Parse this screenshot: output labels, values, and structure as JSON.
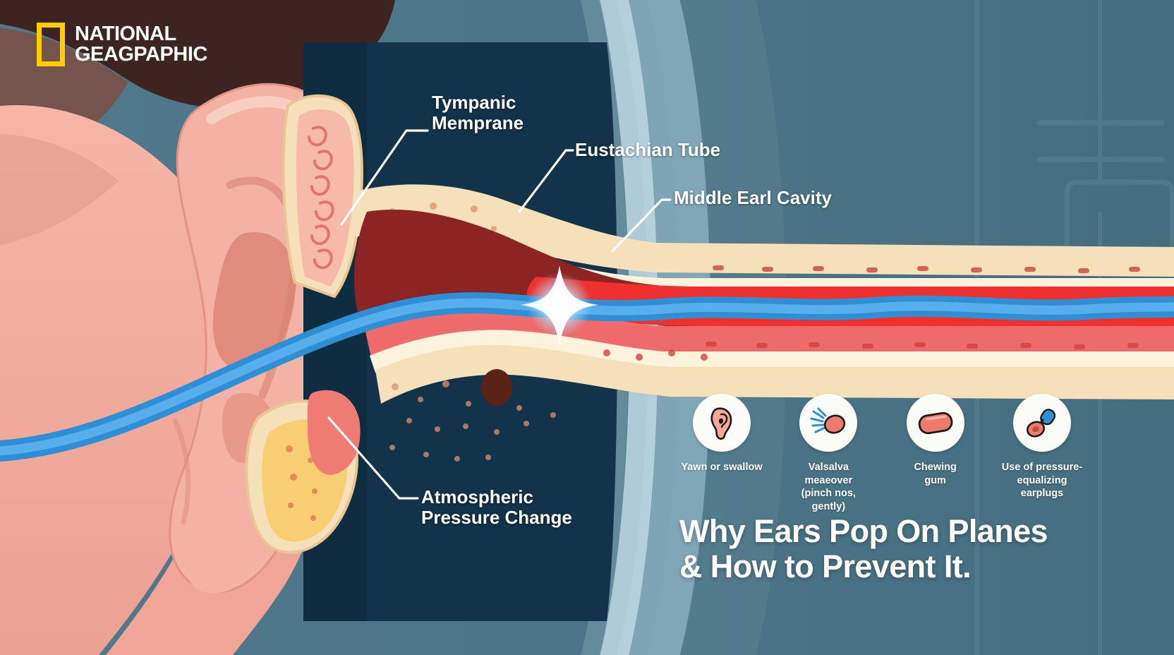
{
  "logo": {
    "line1": "NATIONAL",
    "line2": "GEAGPAPHIC",
    "mark_name": "national-geographic-yellow-rectangle",
    "yellow": "#ffce00"
  },
  "title": {
    "text": "Why Ears Pop On Planes\n& How to Prevent It."
  },
  "labels": {
    "tympanic": "Tympanic\nMemprane",
    "eustachian": "Eustachian Tube",
    "middle_ear": "Middle Earl Cavity",
    "atmospheric": "Atmospheric\nPressure Change"
  },
  "tips": [
    {
      "icon": "ear-icon",
      "label": "Yawn or swallow"
    },
    {
      "icon": "pinched-nose-icon",
      "label": "Valsalva meaeover\n(pinch nos, gently)"
    },
    {
      "icon": "chewing-gum-icon",
      "label": "Chewing\ngum"
    },
    {
      "icon": "earplug-icon",
      "label": "Use of pressure-\nequalizing earplugs"
    }
  ],
  "colors": {
    "cabin_wall": "#4b7587",
    "cabin_light": "#a7c6d4",
    "dark_navy": "#123349",
    "dark_brown": "#3d2420",
    "skin": "#f2aa9b",
    "skin_shadow": "#d98a7d",
    "canal_bone": "#f6e0b9",
    "canal_tan": "#f2c98a",
    "tissue_red": "#c2403f",
    "tissue_deep": "#7d1f1f",
    "bright_red": "#ef3b3b",
    "airflow_blue": "#2d8fd5",
    "label_white": "#ffffff",
    "icon_bg": "#fbfbf8",
    "icon_pink": "#ee7a6e"
  }
}
